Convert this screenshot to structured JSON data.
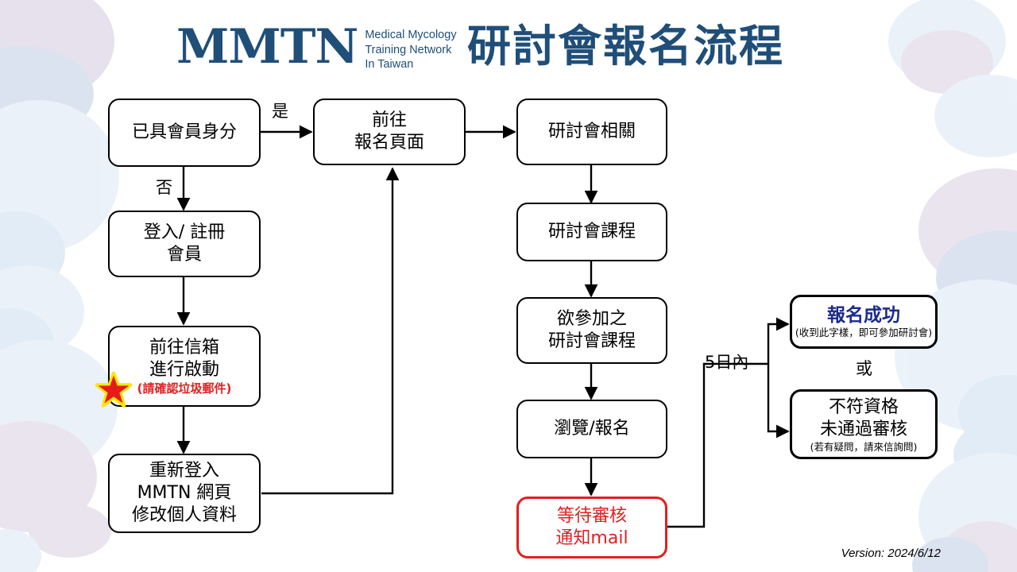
{
  "header": {
    "logo_mark": "MMTN",
    "logo_subtitle": "Medical Mycology\nTraining Network\nIn Taiwan",
    "title": "研討會報名流程",
    "brand_color": "#1f4e79"
  },
  "footer": {
    "version": "Version: 2024/6/12"
  },
  "flow": {
    "nodes": [
      {
        "id": "member-check",
        "text": "已具會員身分"
      },
      {
        "id": "login-register",
        "text": "登入/ 註冊\n會員"
      },
      {
        "id": "activate-mail",
        "text": "前往信箱\n進行啟動",
        "note": "(請確認垃圾郵件)",
        "note_color": "#e02020",
        "has_star": true
      },
      {
        "id": "relogin-profile",
        "text": "重新登入\nMMTN 網頁\n修改個人資料"
      },
      {
        "id": "registration-page",
        "text": "前往\n報名頁面"
      },
      {
        "id": "seminar-info",
        "text": "研討會相關"
      },
      {
        "id": "seminar-course",
        "text": "研討會課程"
      },
      {
        "id": "desired-course",
        "text": "欲參加之\n研討會課程"
      },
      {
        "id": "browse-signup",
        "text": "瀏覽/報名"
      },
      {
        "id": "await-review",
        "text": "等待審核\n通知mail",
        "color": "#e02020"
      },
      {
        "id": "success",
        "text": "報名成功",
        "note": "(收到此字樣，即可參加研討會)",
        "text_color": "#1b2a8a"
      },
      {
        "id": "rejected",
        "text": "不符資格\n未通過審核",
        "note": "(若有疑問，請來信詢問)"
      }
    ],
    "edge_labels": [
      {
        "id": "yes",
        "text": "是"
      },
      {
        "id": "no",
        "text": "否"
      },
      {
        "id": "within-5-days",
        "text": "5日內"
      },
      {
        "id": "or",
        "text": "或"
      }
    ]
  }
}
